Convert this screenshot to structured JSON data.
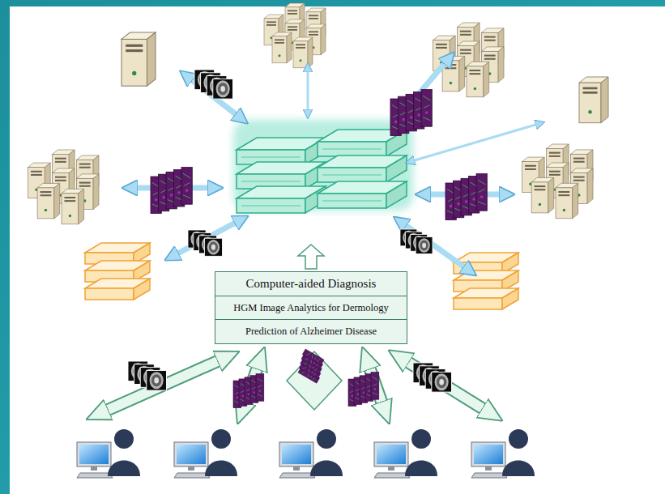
{
  "diagram": {
    "nodes": [
      {
        "text": [
          "Computer-aided Diagnosis"
        ]
      },
      {
        "text": [
          "HGM Image Analytics for Dermology"
        ]
      },
      {
        "text": [
          "Prediction of Alzheimer Disease"
        ]
      }
    ]
  }
}
